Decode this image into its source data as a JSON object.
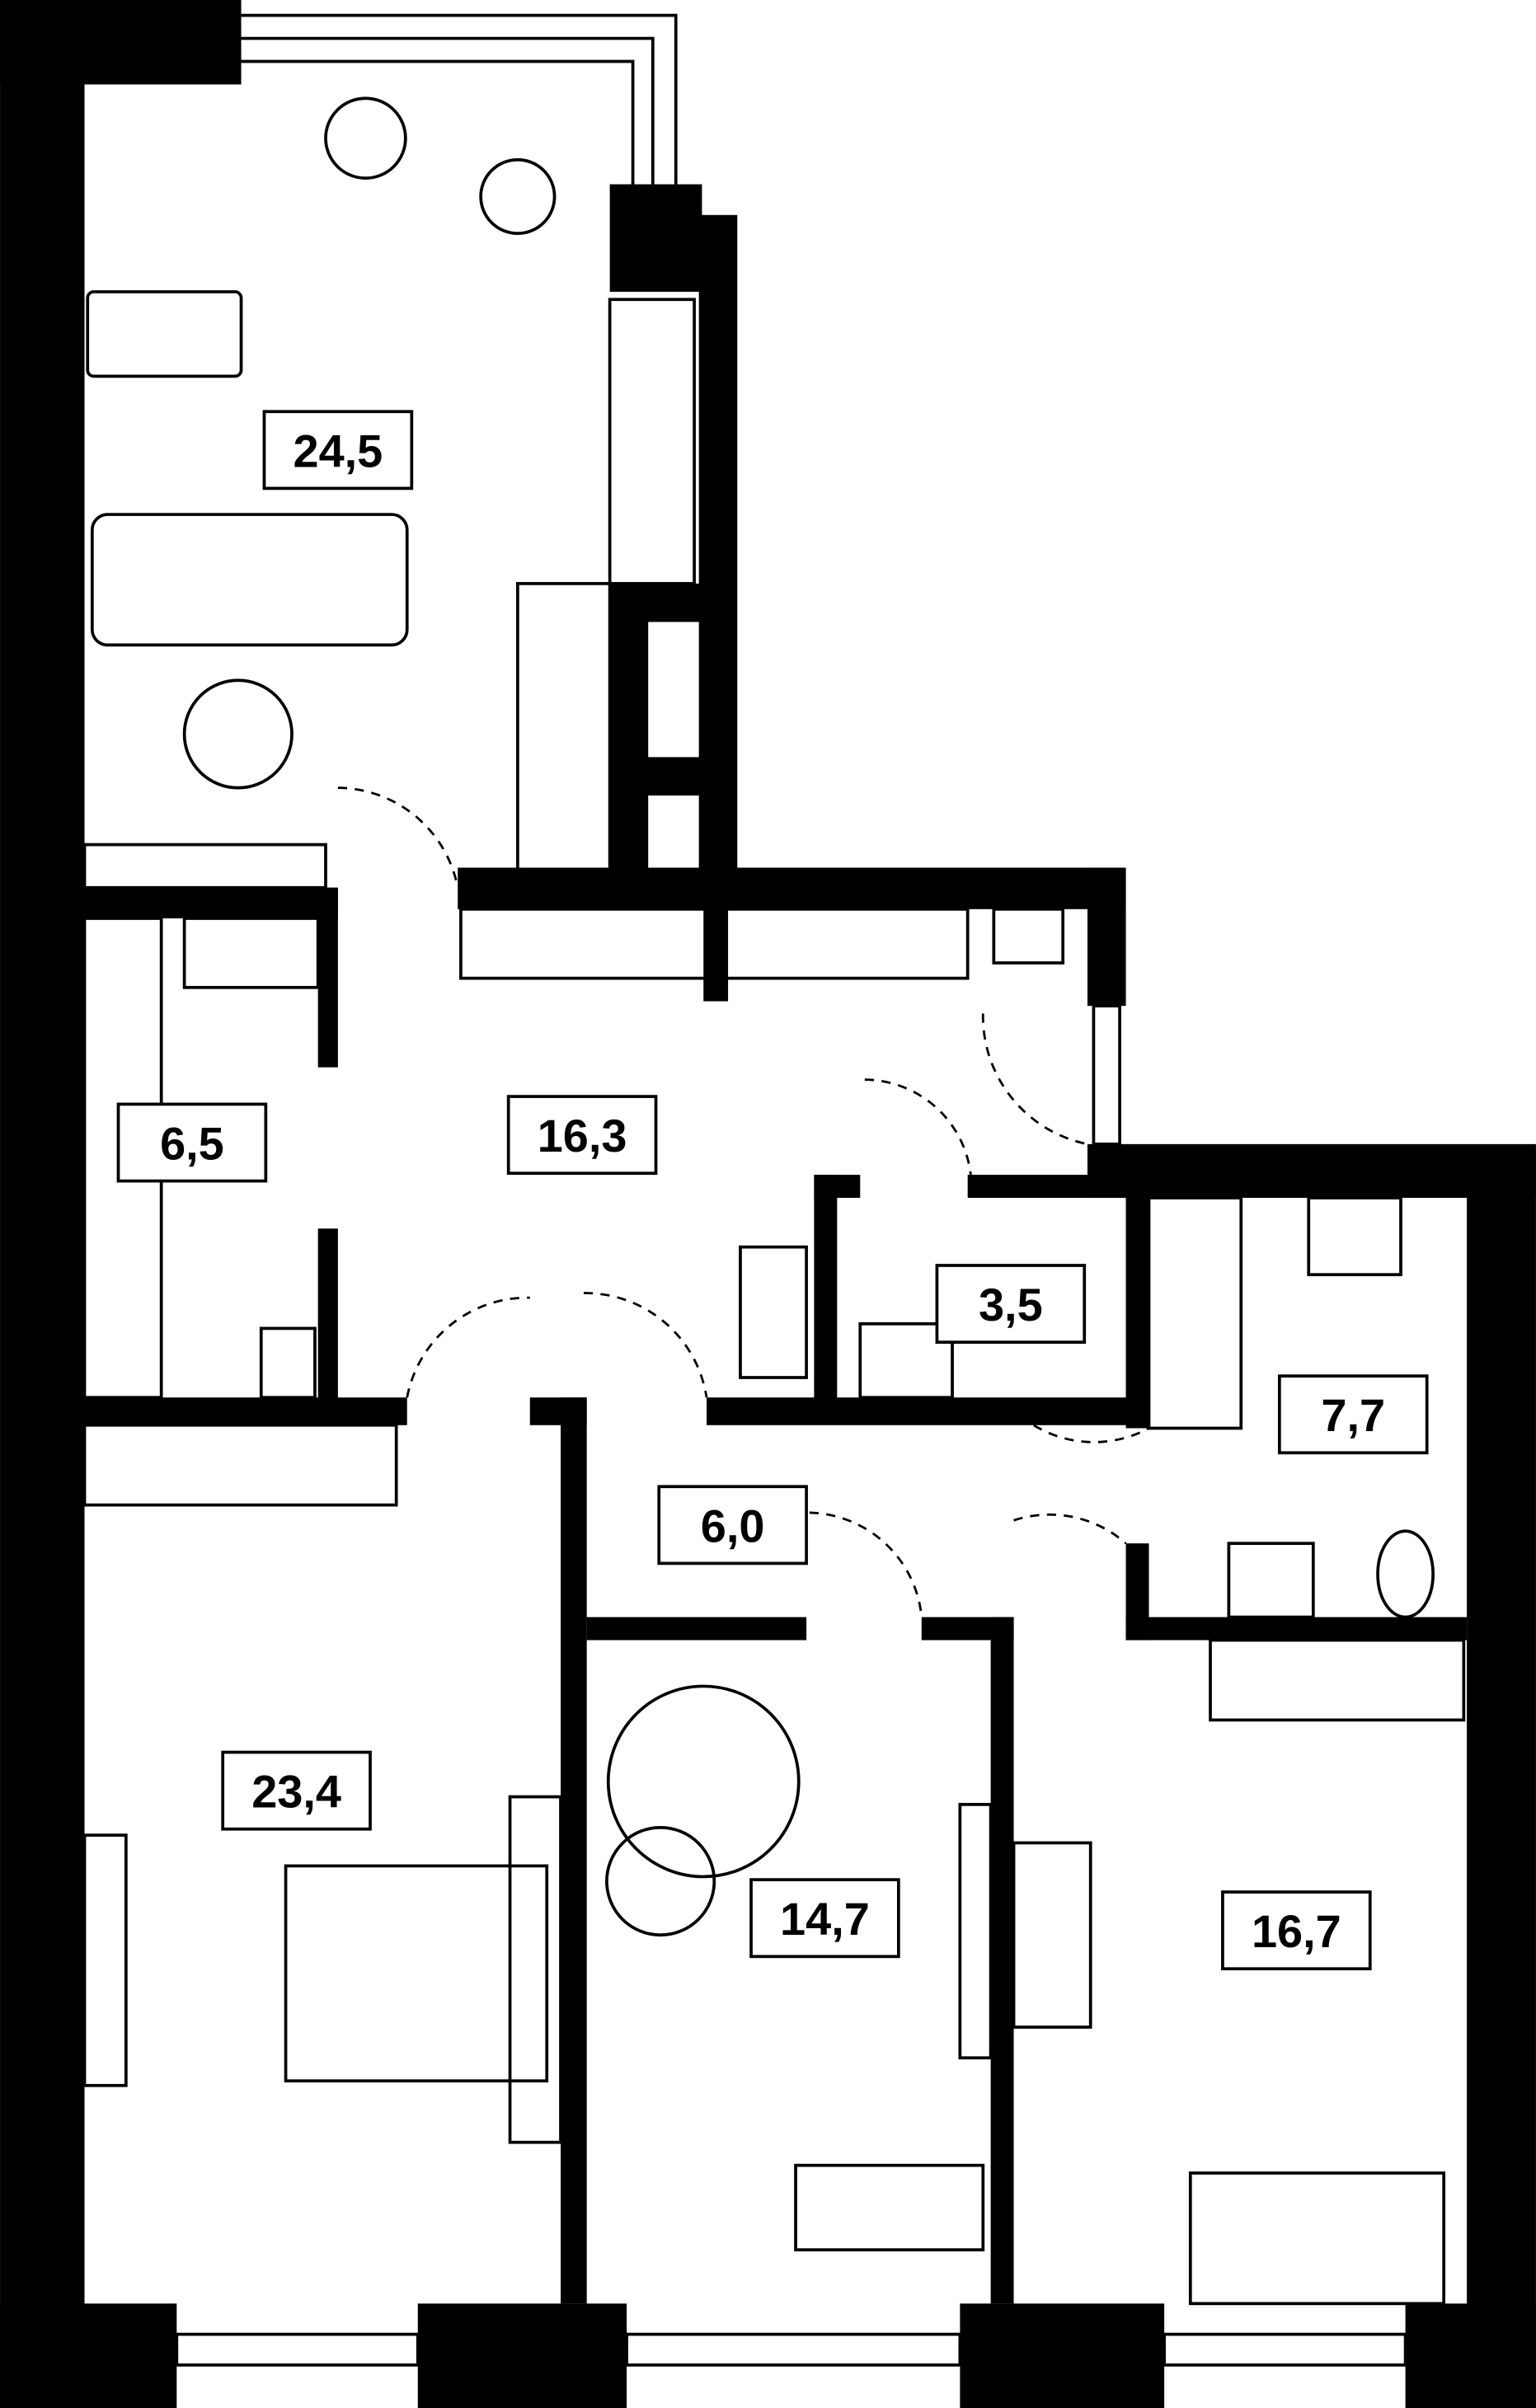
{
  "plan": {
    "wall_color": "#000000",
    "background_color": "#ffffff",
    "rooms": [
      {
        "id": "living-kitchen",
        "area": "24,5"
      },
      {
        "id": "hall",
        "area": "16,3"
      },
      {
        "id": "wardrobe",
        "area": "6,5"
      },
      {
        "id": "wc",
        "area": "3,5"
      },
      {
        "id": "bathroom",
        "area": "7,7"
      },
      {
        "id": "corridor",
        "area": "6,0"
      },
      {
        "id": "bedroom-master",
        "area": "23,4"
      },
      {
        "id": "bedroom-2",
        "area": "14,7"
      },
      {
        "id": "bedroom-3",
        "area": "16,7"
      }
    ]
  }
}
